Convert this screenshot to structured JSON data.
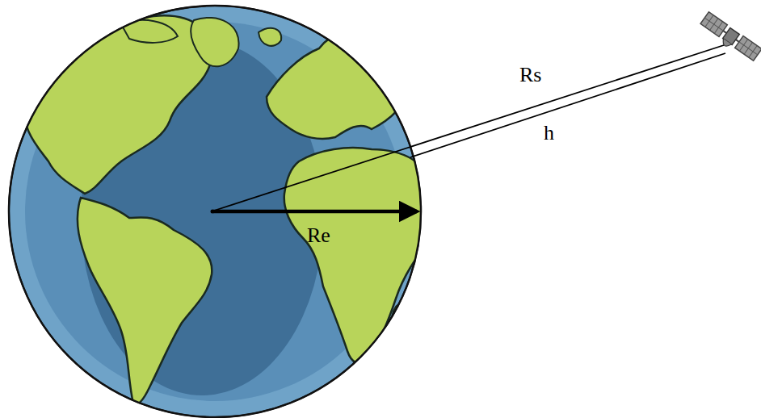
{
  "diagram": {
    "labels": [
      "Rs",
      "h",
      "Re"
    ]
  }
}
